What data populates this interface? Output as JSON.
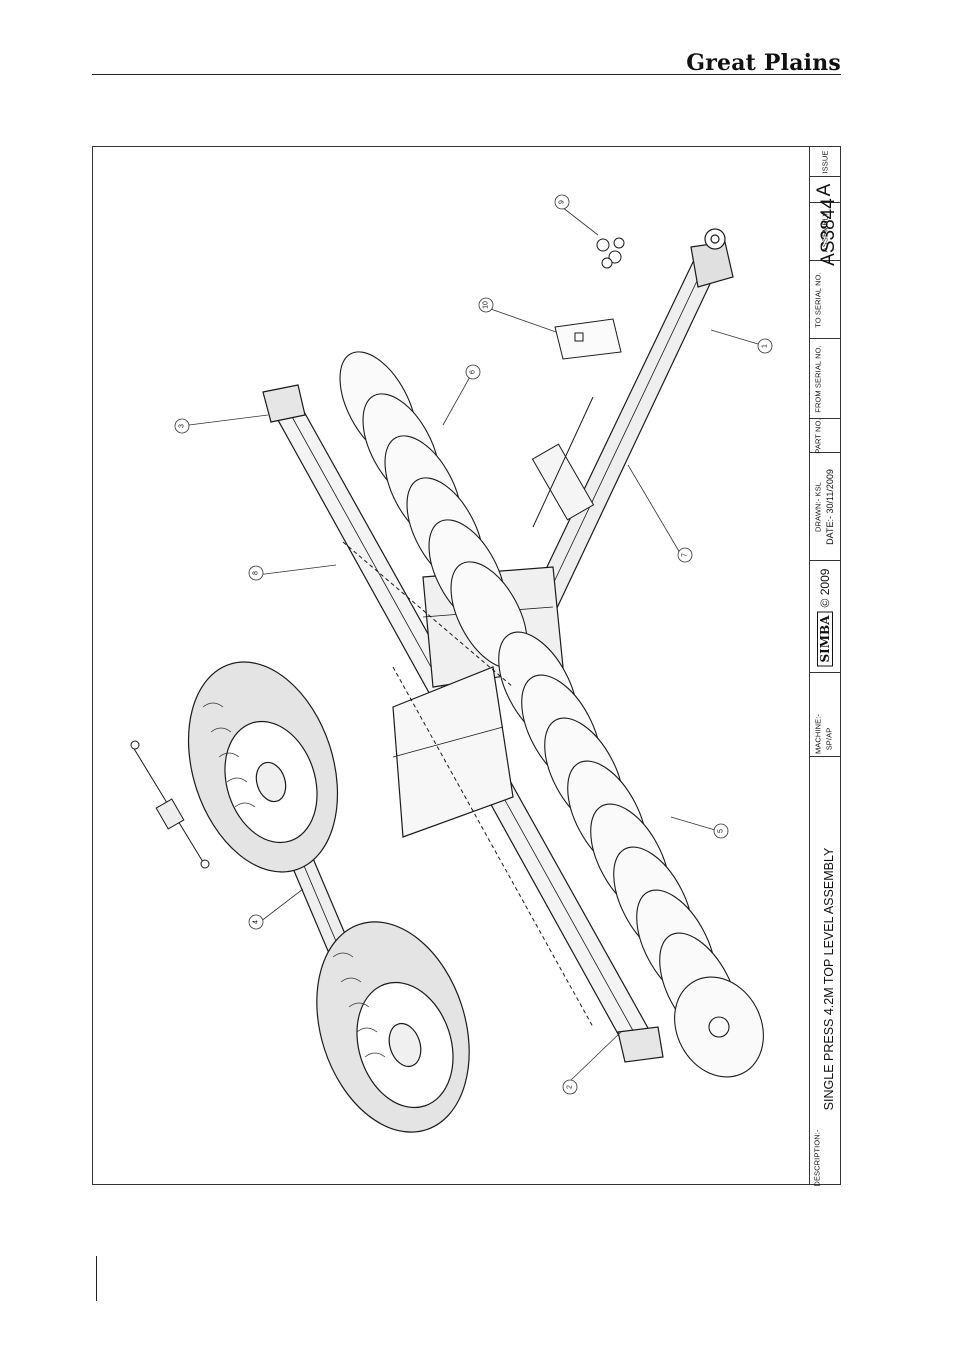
{
  "header": {
    "brand": "Great Plains"
  },
  "drawing": {
    "callouts": [
      "1",
      "2",
      "3",
      "4",
      "5",
      "6",
      "7",
      "8",
      "9",
      "10"
    ]
  },
  "title_block": {
    "issue_label": "ISSUE",
    "issue": "A",
    "assembly_label": "ASSEMBLY",
    "assembly": "AS3844",
    "to_serial_label": "TO SERIAL NO.",
    "from_serial_label": "FROM SERIAL NO.",
    "part_no_label": "PART NO.",
    "drawn": "DRAWN:-  KSL",
    "date": "DATE:-  30/11/2009",
    "logo_text": "SIMBA",
    "copyright": "© 2009",
    "machine_label": "MACHINE:-",
    "machine": "SP/AP",
    "description_label": "DESCRIPTION:-",
    "description": "SINGLE PRESS 4.2M TOP LEVEL ASSEMBLY"
  }
}
